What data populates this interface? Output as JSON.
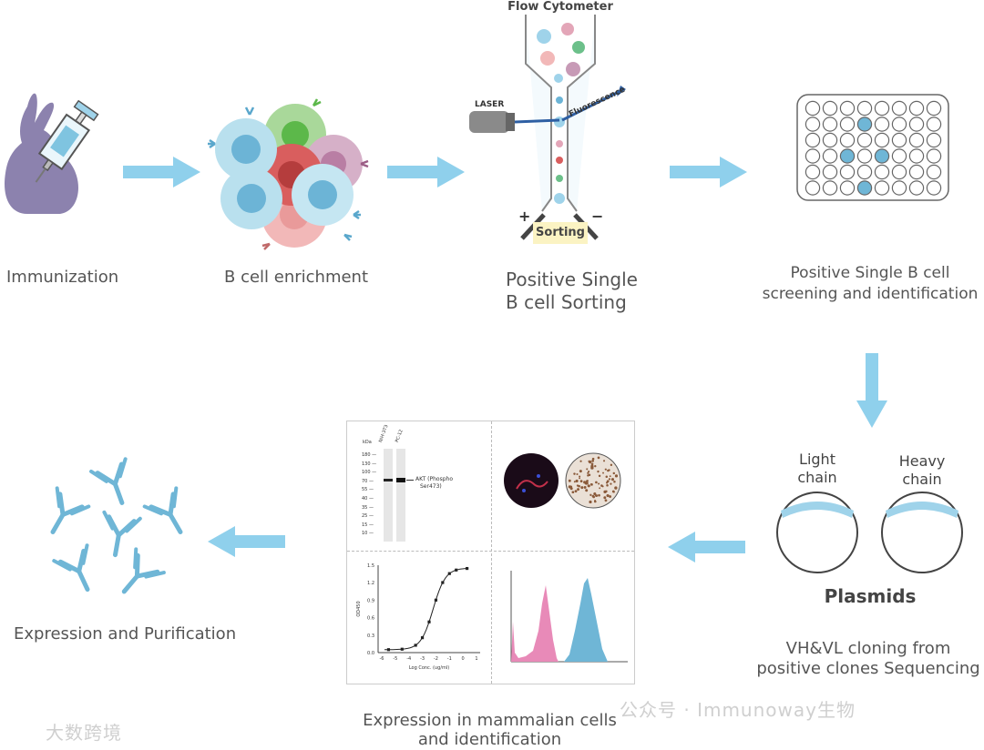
{
  "steps": {
    "immunization": "Immunization",
    "enrichment": "B cell enrichment",
    "sorting_line1": "Positive Single",
    "sorting_line2": "B cell Sorting",
    "screening_line1": "Positive Single B cell",
    "screening_line2": "screening and identification",
    "cloning_line1": "VH&VL cloning from",
    "cloning_line2": "positive clones Sequencing",
    "expression_line1": "Expression in mammalian cells",
    "expression_line2": "and identification",
    "purification": "Expression and Purification"
  },
  "cytometer": {
    "title": "Flow Cytometer",
    "laser": "LASER",
    "fluorescence": "Fluorescence",
    "sorting": "Sorting",
    "plus": "+",
    "minus": "−"
  },
  "plasmids": {
    "light_line1": "Light",
    "light_line2": "chain",
    "heavy_line1": "Heavy",
    "heavy_line2": "chain",
    "title": "Plasmids"
  },
  "western": {
    "kda": "kDa",
    "lane1": "NIH-3T3",
    "lane2": "PC-12",
    "markers": [
      "180",
      "130",
      "100",
      "70",
      "55",
      "40",
      "35",
      "25",
      "15",
      "10"
    ],
    "band_label_1": "AKT (Phospho",
    "band_label_2": "Ser473)"
  },
  "elisa": {
    "ylabel": "OD450",
    "xlabel": "Log Conc. (ug/ml)",
    "yticks": [
      "1.5",
      "1.2",
      "0.9",
      "0.6",
      "0.3",
      "0.0"
    ],
    "xticks": [
      "-6",
      "-5",
      "-4",
      "-3",
      "-2",
      "-1",
      "0",
      "1"
    ]
  },
  "watermark": {
    "left": "大数跨境",
    "right": "公众号 · Immunoway生物"
  },
  "colors": {
    "arrow": "#8fd0ec",
    "rabbit": "#8c82ae",
    "cell_blue": "#7fc4e0",
    "pink_hist": "#e88ab8",
    "blue_hist": "#6fb6d6"
  }
}
